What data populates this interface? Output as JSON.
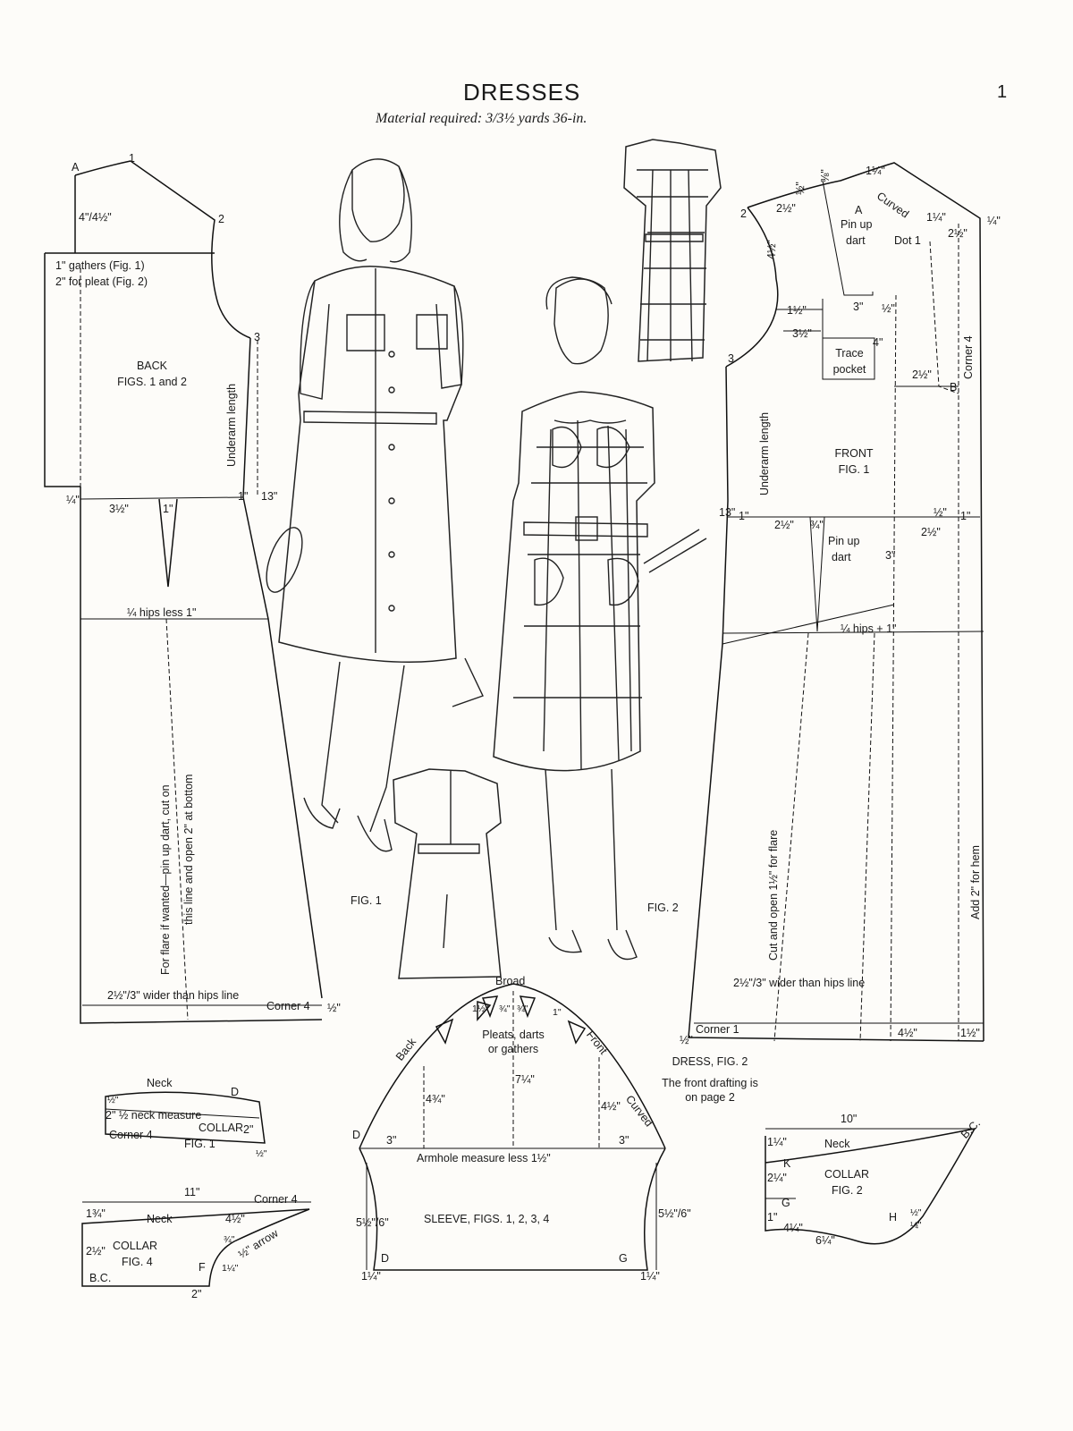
{
  "page": {
    "title": "DRESSES",
    "subtitle": "Material required: 3/3½ yards 36-in.",
    "page_number": "1"
  },
  "back_pattern": {
    "title": "BACK",
    "figs": "FIGS. 1 and 2",
    "point_a": "A",
    "point_1": "1",
    "point_2": "2",
    "point_3": "3",
    "shoulder_depth": "4\"/4½\"",
    "gathers_note": "1\" gathers (Fig. 1)",
    "pleat_note": "2\" for pleat (Fig. 2)",
    "underarm": "Underarm length",
    "measure_1in": "1\"",
    "measure_13in": "13\"",
    "quarter": "¼\"",
    "dart_offset": "3½\"",
    "dart_width": "1\"",
    "hips_line": "¼ hips less 1\"",
    "flare_note_1": "For flare if wanted—pin up dart, cut on",
    "flare_note_2": "this line and open 2\" at bottom",
    "hem_line": "2½\"/3\" wider than hips line",
    "corner": "Corner 4",
    "half": "½\""
  },
  "front_pattern": {
    "title": "FRONT",
    "fig": "FIG. 1",
    "point_2": "2",
    "point_3": "3",
    "point_a": "A",
    "point_b": "B",
    "curved": "Curved",
    "pin_up_dart": "Pin up",
    "dart_word": "dart",
    "dot": "Dot 1",
    "trace_pocket_1": "Trace",
    "trace_pocket_2": "pocket",
    "corner_4": "Corner 4",
    "underarm": "Underarm length",
    "m_2_half": "2½\"",
    "m_4_half": "4½\"",
    "m_1_half": "1½\"",
    "m_3_half": "3½\"",
    "m_3": "3\"",
    "m_4": "4\"",
    "m_half": "½\"",
    "m_quarter": "¼\"",
    "m_1_quarter": "1¼\"",
    "m_3_eighth": "⅜\"",
    "m_1": "1\"",
    "m_13": "13\"",
    "m_3_4": "¾\"",
    "pin_up_dart_2": "Pin up",
    "dart_word_2": "dart",
    "dart_3": "3\"",
    "hips_line": "¼ hips + 1\"",
    "cut_note": "Cut and open 1½\" for flare",
    "hem_note": "Add 2\" for hem",
    "hem_line": "2½\"/3\" wider than hips line",
    "corner_1": "Corner 1",
    "bottom_4_half": "4½\"",
    "bottom_half": "½\"",
    "bottom_1_half": "1½\""
  },
  "figures": {
    "fig1": "FIG. 1",
    "fig2": "FIG. 2"
  },
  "dress_fig2_note": {
    "line1": "DRESS, FIG. 2",
    "line2": "The front drafting is",
    "line3": "on page 2"
  },
  "sleeve": {
    "broad": "Broad",
    "back": "Back",
    "front": "Front",
    "curved": "Curved",
    "pleats_1": "Pleats, darts",
    "pleats_2": "or gathers",
    "h_4_3_4": "4¾\"",
    "h_7_quarter": "7¼\"",
    "h_4_half": "4½\"",
    "left_3": "3\"",
    "right_3": "3\"",
    "armhole": "Armhole measure less 1½\"",
    "title": "SLEEVE, FIGS. 1, 2, 3, 4",
    "side_left": "5½\"/6\"",
    "side_right": "5½\"/6\"",
    "point_d": "D",
    "point_g": "G",
    "bottom_left": "1¼\"",
    "bottom_right": "1¼\"",
    "top_a": "1½\"",
    "top_b": "¾\"",
    "top_c": "¾\"",
    "top_d": "1\""
  },
  "collar_fig1": {
    "neck": "Neck",
    "point_d": "D",
    "half": "½\"",
    "neck_measure": "2\" ½ neck measure",
    "title": "COLLAR",
    "corner": "Corner 4",
    "fig": "FIG. 1",
    "right_2": "2\"",
    "right_half": "½\""
  },
  "collar_fig4": {
    "width": "11\"",
    "corner": "Corner 4",
    "left_top": "1¾\"",
    "neck": "Neck",
    "right_4_half": "4½\"",
    "left_2_half": "2½\"",
    "title": "COLLAR",
    "fig": "FIG. 4",
    "arrow_note": "½\" arrow",
    "quarter_top": "¾\"",
    "quarter_bot": "1¼\"",
    "point_f": "F",
    "bc": "B.C.",
    "bottom_2": "2\""
  },
  "collar_fig2": {
    "width": "10\"",
    "left_1_quarter": "1¼\"",
    "neck": "Neck",
    "bc": "B.C.",
    "point_k": "K",
    "left_2_quarter": "2¼\"",
    "title": "COLLAR",
    "fig": "FIG. 2",
    "point_g": "G",
    "point_h": "H",
    "left_1": "1\"",
    "bottom_4_quarter": "4¼\"",
    "bottom_6_quarter": "6¼\"",
    "right_quarter": "¼\"",
    "right_half": "½\""
  }
}
